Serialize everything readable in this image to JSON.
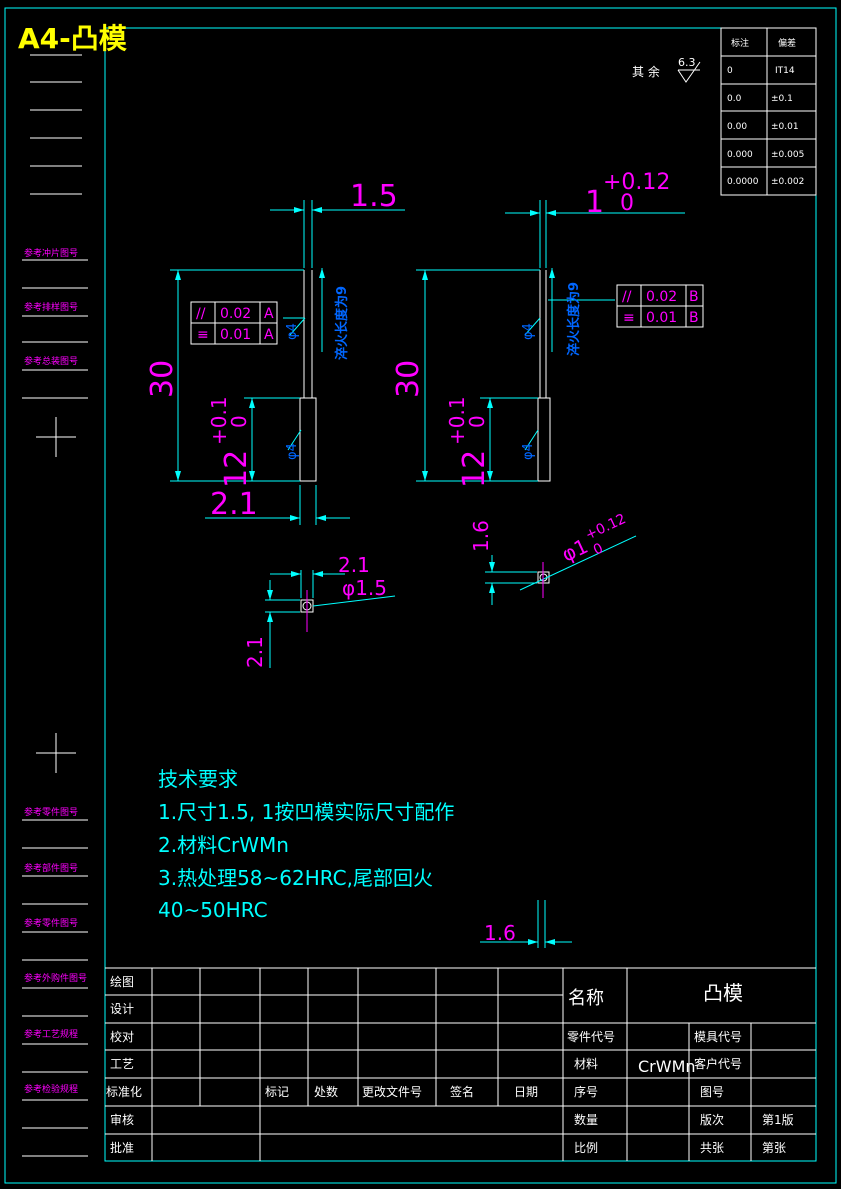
{
  "header": {
    "sheet_title": "A4-凸模",
    "surface_roughness_label": "其 余",
    "surface_roughness_value": "6.3"
  },
  "tolerance_table": {
    "col1_header": "标注",
    "col2_header": "偏差",
    "rows": [
      {
        "notation": "0",
        "deviation": "IT14"
      },
      {
        "notation": "0.0",
        "deviation": "±0.1"
      },
      {
        "notation": "0.00",
        "deviation": "±0.01"
      },
      {
        "notation": "0.000",
        "deviation": "±0.005"
      },
      {
        "notation": "0.0000",
        "deviation": "±0.002"
      }
    ]
  },
  "left_strip": {
    "labels": [
      "参考冲片图号",
      "参考排样图号",
      "参考总装图号",
      "参考零件图号",
      "参考部件图号",
      "参考零件图号",
      "参考外购件图号",
      "参考工艺规程",
      "参考检验规程"
    ]
  },
  "views": {
    "left": {
      "top_width": "1.5",
      "height": "30",
      "lower_height": "12",
      "lower_tol_upper": "+0.1",
      "lower_tol_lower": "0",
      "bottom_width": "2.1",
      "fit_upper": "φ4",
      "fit_lower": "φ4",
      "quench_note": "淬火长度为9",
      "gdt_rows": [
        {
          "symbol": "//",
          "value": "0.02",
          "datum": "A"
        },
        {
          "symbol": "≡",
          "value": "0.01",
          "datum": "A"
        }
      ]
    },
    "right": {
      "top_width_main": "1",
      "top_width_tol_upper": "+0.12",
      "top_width_tol_lower": "0",
      "height": "30",
      "lower_height": "12",
      "lower_tol_upper": "+0.1",
      "lower_tol_lower": "0",
      "fit_upper": "φ4",
      "fit_lower": "φ4",
      "quench_note": "淬火长度为9",
      "gdt_rows": [
        {
          "symbol": "//",
          "value": "0.02",
          "datum": "B"
        },
        {
          "symbol": "≡",
          "value": "0.01",
          "datum": "B"
        }
      ]
    },
    "detail_left": {
      "width": "2.1",
      "dia": "φ1.5",
      "height": "2.1"
    },
    "detail_right": {
      "height": "1.6",
      "dia_main": "φ1",
      "dia_tol_upper": "+0.12",
      "dia_tol_lower": "0"
    },
    "bottom_dim": "1.6"
  },
  "tech_requirements": {
    "title": "技术要求",
    "lines": [
      "1.尺寸1.5, 1按凹模实际尺寸配作",
      "2.材料CrWMn",
      "3.热处理58~62HRC,尾部回火",
      "40~50HRC"
    ]
  },
  "title_block": {
    "left_labels": [
      "绘图",
      "设计",
      "校对",
      "工艺",
      "标准化",
      "审核",
      "批准"
    ],
    "revision_labels": [
      "标记",
      "处数",
      "更改文件号",
      "签名",
      "日期"
    ],
    "name_label": "名称",
    "name_value": "凸模",
    "part_code_label": "零件代号",
    "mold_code_label": "模具代号",
    "material_label": "材料",
    "material_value": "CrWMn",
    "customer_code_label": "客户代号",
    "seq_label": "序号",
    "drawing_no_label": "图号",
    "qty_label": "数量",
    "edition_label": "版次",
    "edition_value": "第1版",
    "scale_label": "比例",
    "total_sheets_label": "共张",
    "sheet_no_label": "第张"
  },
  "colors": {
    "frame": "#00ffff",
    "dimension": "#ff00ff",
    "geometry": "#ffffff",
    "note": "#0066ff",
    "title": "#ffff00",
    "block_text": "#ffffff",
    "tech_text": "#00ffff"
  }
}
